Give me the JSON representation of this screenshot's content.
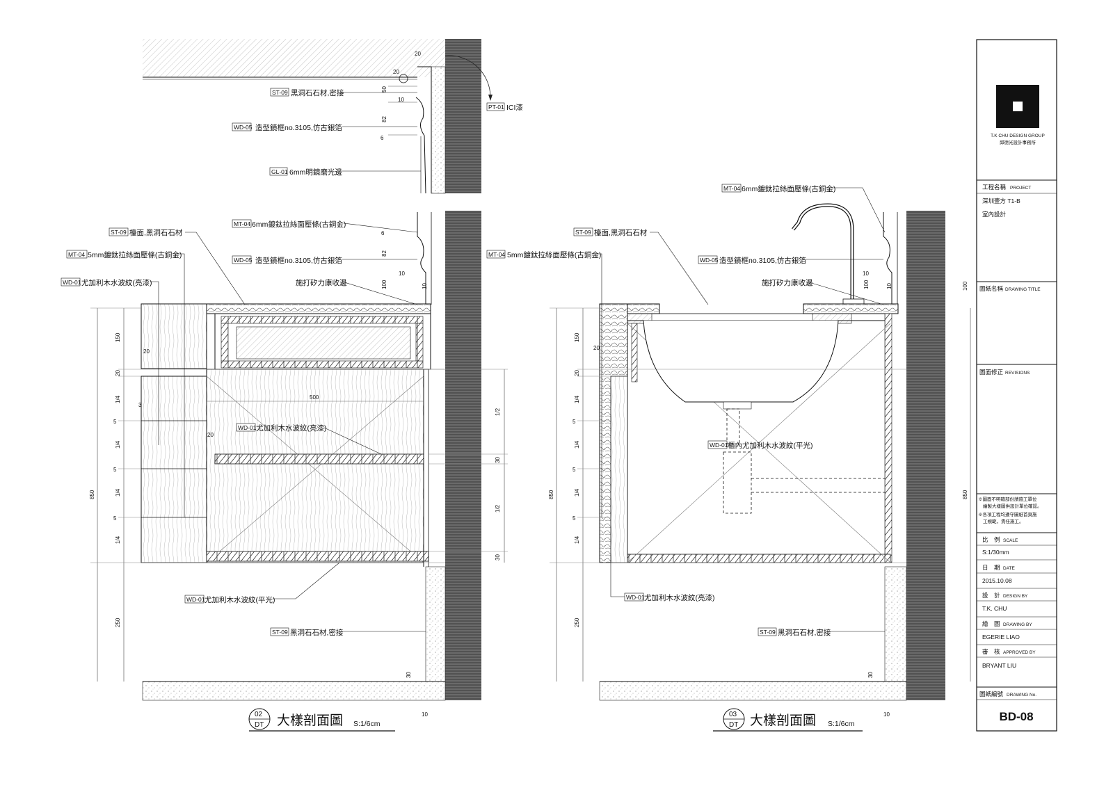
{
  "section_02": {
    "number": "02",
    "ref": "DT",
    "title": "大樣剖面圖",
    "scale": "S:1/6cm",
    "top_detail": {
      "labels": [
        {
          "code": "ST-09",
          "text": "黑洞石石材,密接"
        },
        {
          "code": "WD-05",
          "text": "造型鏡框no.3105,仿古銀箔"
        },
        {
          "code": "GL-01",
          "text": "6mm明鏡磨光邊"
        },
        {
          "code": "PT-01",
          "text": "ICI漆"
        }
      ],
      "dims": [
        "20",
        "20",
        "50",
        "10",
        "82",
        "6"
      ]
    },
    "labels": {
      "st09_counter": {
        "code": "ST-09",
        "text": "檯面,黑洞石石材"
      },
      "mt04_5mm": {
        "code": "MT-04",
        "text": "5mm鍍鈦拉絲面壓條(古銅金)"
      },
      "wd01_left": {
        "code": "WD-01",
        "text": "尤加利木水波紋(亮漆)"
      },
      "mt04_6mm": {
        "code": "MT-04",
        "text": "6mm鍍鈦拉絲面壓條(古銅金)"
      },
      "wd05": {
        "code": "WD-05",
        "text": "造型鏡框no.3105,仿古銀箔"
      },
      "sealant": "施打矽力康收邊",
      "wd01_shelf": {
        "code": "WD-01",
        "text": "尤加利木水波紋(亮漆)"
      },
      "wd01_bottom": {
        "code": "WD-01",
        "text": "尤加利木水波紋(平光)"
      },
      "st09_base": {
        "code": "ST-09",
        "text": "黑洞石石材,密接"
      }
    },
    "left_dims": [
      "150",
      "20",
      "1/4",
      "5",
      "1/4",
      "5",
      "1/4",
      "5",
      "1/4",
      "250"
    ],
    "total_height": "850",
    "inner_dims": [
      "20",
      "3",
      "20",
      "500",
      "6",
      "82",
      "10",
      "100",
      "10"
    ],
    "right_dims": [
      "1/2",
      "30",
      "1/2",
      "30"
    ],
    "bottom_dims": [
      "30",
      "10"
    ]
  },
  "section_03": {
    "number": "03",
    "ref": "DT",
    "title": "大樣剖面圖",
    "scale": "S:1/6cm",
    "labels": {
      "mt04_6mm": {
        "code": "MT-04",
        "text": "6mm鍍鈦拉絲面壓條(古銅金)"
      },
      "st09_counter": {
        "code": "ST-09",
        "text": "檯面,黑洞石石材"
      },
      "mt04_5mm": {
        "code": "MT-04",
        "text": "5mm鍍鈦拉絲面壓條(古銅金)"
      },
      "wd05": {
        "code": "WD-05",
        "text": "造型鏡框no.3105,仿古銀箔"
      },
      "sealant": "施打矽力康收邊",
      "wd01_inner": {
        "code": "WD-01",
        "text": "櫃內尤加利木水波紋(平光)"
      },
      "wd01_front": {
        "code": "WD-01",
        "text": "尤加利木水波紋(亮漆)"
      },
      "st09_base": {
        "code": "ST-09",
        "text": "黑洞石石材,密接"
      }
    },
    "left_dims": [
      "150",
      "20",
      "1/4",
      "5",
      "1/4",
      "5",
      "1/4",
      "5",
      "1/4",
      "250"
    ],
    "total_height": "850",
    "inner_dims": [
      "20",
      "10",
      "10",
      "100"
    ],
    "bottom_dims": [
      "30",
      "10"
    ],
    "far_right": [
      "100",
      "850"
    ]
  },
  "title_block": {
    "company_en": "T.K CHU DESIGN GROUP",
    "company_zh": "邱德光設計事務所",
    "project_label_zh": "工程名稱",
    "project_label_en": "PROJECT",
    "project_line1": "深圳壹方 T1-B",
    "project_line2": "室內設計",
    "drawing_title_zh": "圖紙名稱",
    "drawing_title_en": "DRAWING TITLE",
    "revisions_zh": "圖面修正",
    "revisions_en": "REVISIONS",
    "note1": "※圖面不明確部份請施工單位",
    "note1b": "繪製大樣圖供設計單位確認。",
    "note2": "※各項工程均遵守圖紙首頁施",
    "note2b": "工規範，責任施工。",
    "scale_zh": "比　例",
    "scale_en": "SCALE",
    "scale_value": "S:1/30mm",
    "date_zh": "日　期",
    "date_en": "DATE",
    "date_value": "2015.10.08",
    "design_zh": "設　計",
    "design_en": "DESIGN BY",
    "design_value": "T.K. CHU",
    "drawn_zh": "繪　圖",
    "drawn_en": "DRAWING BY",
    "drawn_value": "EGERIE LIAO",
    "approved_zh": "審　核",
    "approved_en": "APPROVED BY",
    "approved_value": "BRYANT LIU",
    "drawing_no_zh": "圖紙編號",
    "drawing_no_en": "DRAWING No.",
    "drawing_no": "BD-08"
  }
}
